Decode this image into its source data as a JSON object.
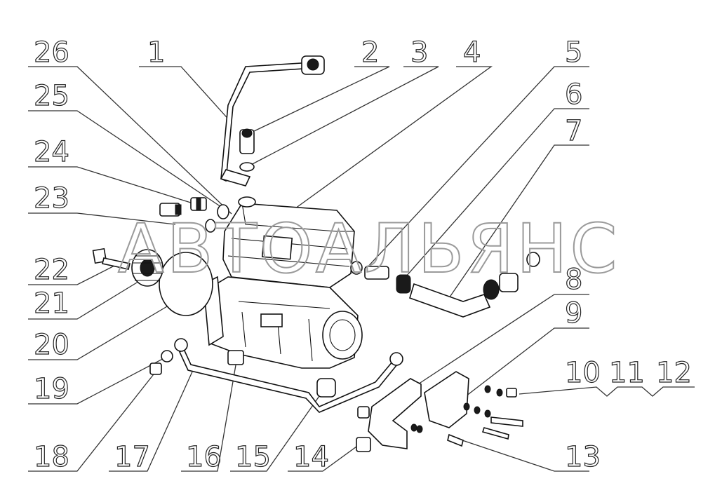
{
  "diagram": {
    "callouts": [
      "1",
      "2",
      "3",
      "4",
      "5",
      "6",
      "7",
      "8",
      "9",
      "10",
      "11",
      "12",
      "13",
      "14",
      "15",
      "16",
      "17",
      "18",
      "19",
      "20",
      "21",
      "22",
      "23",
      "24",
      "25",
      "26"
    ]
  },
  "watermark": "АВТОАЛЬЯНС"
}
